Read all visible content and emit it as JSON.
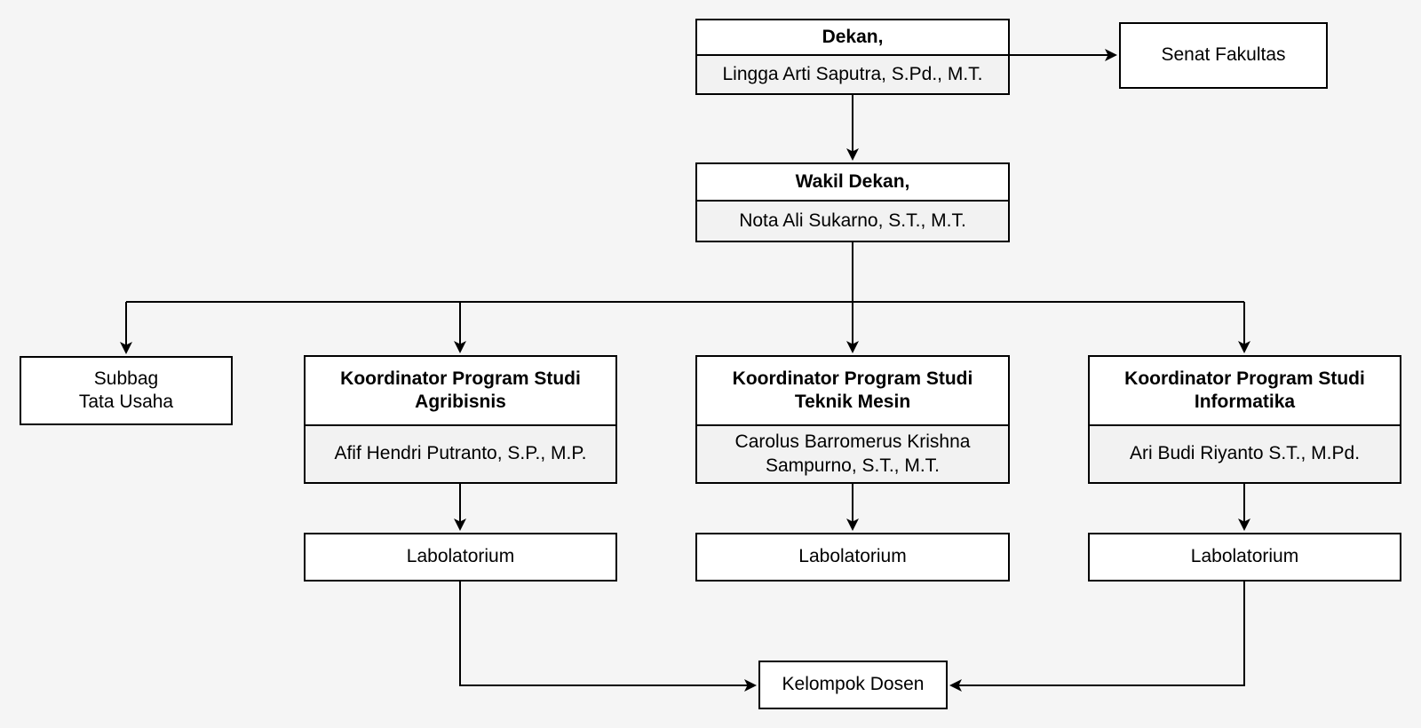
{
  "colors": {
    "background": "#f5f5f5",
    "box_fill": "#ffffff",
    "name_cell_fill": "#f2f2f2",
    "line": "#000000",
    "text": "#000000"
  },
  "nodes": {
    "dekan": {
      "title": "Dekan,",
      "name": "Lingga Arti Saputra, S.Pd., M.T."
    },
    "senat_fakultas": {
      "label": "Senat Fakultas"
    },
    "wakil_dekan": {
      "title": "Wakil Dekan,",
      "name": "Nota Ali Sukarno, S.T., M.T."
    },
    "subbag_tata_usaha": {
      "label": "Subbag\nTata Usaha"
    },
    "koordinator_agribisnis": {
      "title": "Koordinator Program Studi\nAgribisnis",
      "name": "Afif Hendri Putranto, S.P., M.P."
    },
    "koordinator_teknik_mesin": {
      "title": "Koordinator Program Studi\nTeknik Mesin",
      "name": "Carolus Barromerus Krishna\nSampurno, S.T., M.T."
    },
    "koordinator_informatika": {
      "title": "Koordinator Program Studi\nInformatika",
      "name": "Ari Budi Riyanto S.T., M.Pd."
    },
    "lab_agribisnis": {
      "label": "Labolatorium"
    },
    "lab_teknik_mesin": {
      "label": "Labolatorium"
    },
    "lab_informatika": {
      "label": "Labolatorium"
    },
    "kelompok_dosen": {
      "label": "Kelompok Dosen"
    }
  }
}
